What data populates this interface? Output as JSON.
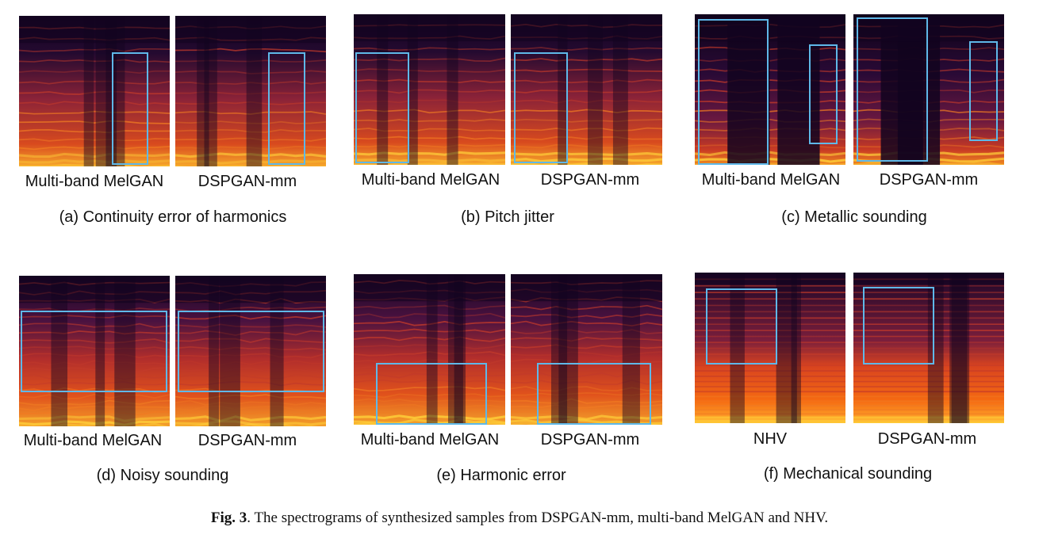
{
  "figure": {
    "panels": [
      {
        "id": "a",
        "left_label": "Multi-band MelGAN",
        "right_label": "DSPGAN-mm",
        "subcaption": "(a) Continuity error of harmonics",
        "style": "harmonic"
      },
      {
        "id": "b",
        "left_label": "Multi-band MelGAN",
        "right_label": "DSPGAN-mm",
        "subcaption": "(b) Pitch jitter",
        "style": "harmonic"
      },
      {
        "id": "c",
        "left_label": "Multi-band MelGAN",
        "right_label": "DSPGAN-mm",
        "subcaption": "(c) Metallic sounding",
        "style": "sparse"
      },
      {
        "id": "d",
        "left_label": "Multi-band MelGAN",
        "right_label": "DSPGAN-mm",
        "subcaption": "(d) Noisy sounding",
        "style": "noisy"
      },
      {
        "id": "e",
        "left_label": "Multi-band MelGAN",
        "right_label": "DSPGAN-mm",
        "subcaption": "(e) Harmonic error",
        "style": "noisy"
      },
      {
        "id": "f",
        "left_label": "NHV",
        "right_label": "DSPGAN-mm",
        "subcaption": "(f) Mechanical sounding",
        "style": "steady"
      }
    ],
    "caption_label": "Fig. 3",
    "caption_text": ".   The spectrograms of synthesized samples from DSPGAN-mm, multi-band MelGAN and NHV.",
    "colors": {
      "highlight_box": "#5fb8e8",
      "spec_dark": "#12041f",
      "spec_mid": "#b52d2a",
      "spec_bright": "#ffd23a"
    }
  }
}
